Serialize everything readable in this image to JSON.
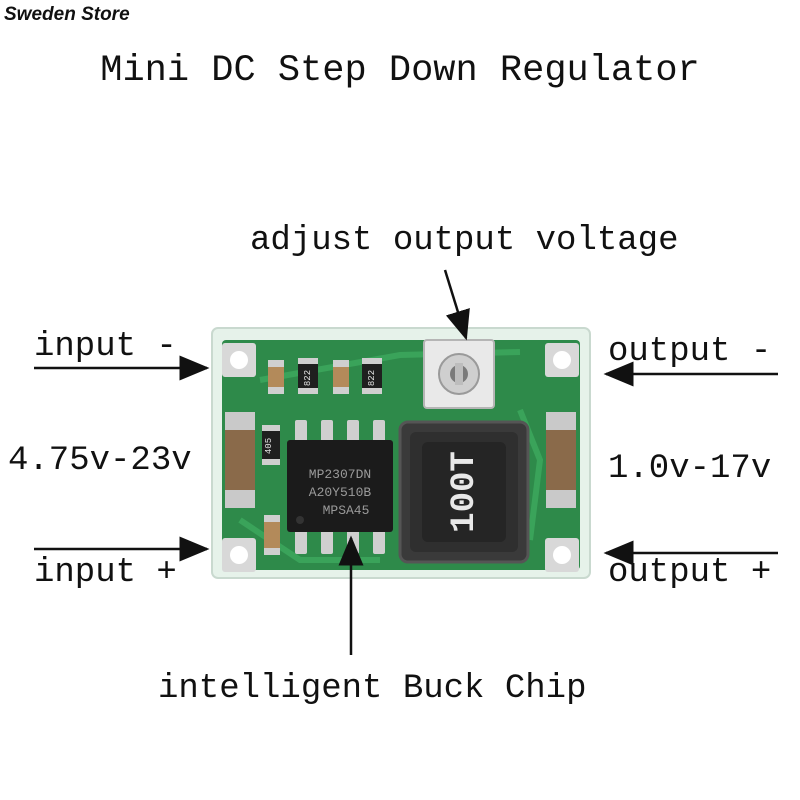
{
  "store_name": "Sweden Store",
  "title": "Mini DC Step Down Regulator",
  "labels": {
    "adjust": "adjust output voltage",
    "input_minus": "input -",
    "input_plus": "input +",
    "input_range": "4.75v-23v",
    "output_minus": "output -",
    "output_plus": "output +",
    "output_range": "1.0v-17v",
    "chip": "intelligent Buck Chip"
  },
  "board": {
    "chip_marking": [
      "MP2307DN",
      "A20Y510B",
      "MPSA45"
    ],
    "inductor_marking": "100T",
    "smd_marking_1": "822",
    "smd_marking_2": "822",
    "smd_marking_3": "405",
    "colors": {
      "pcb": "#2e8a4a",
      "pcb_edge": "#dcefe0",
      "chip": "#1b1b1b",
      "inductor": "#3a3a3a"
    }
  }
}
